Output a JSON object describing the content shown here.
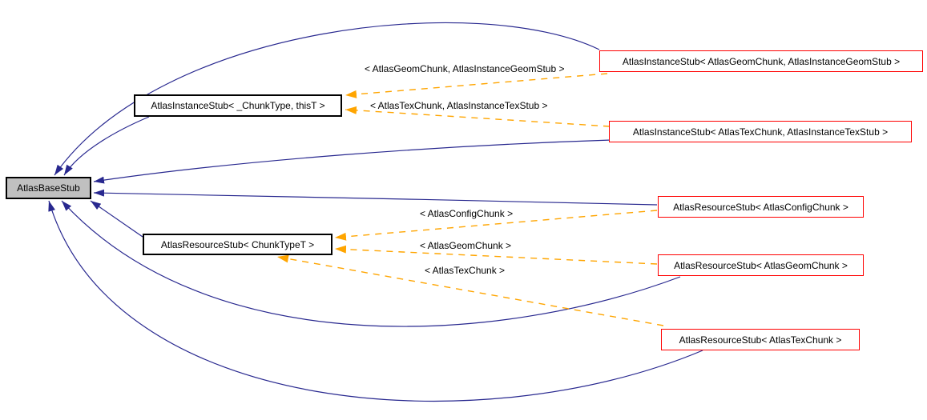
{
  "diagram": {
    "kind": "class-inheritance-graph",
    "colors": {
      "inheritance_edge": "#28288F",
      "template_edge": "#FFA500",
      "instantiation_border": "#FF0000",
      "template_border": "#000000",
      "current_node_fill": "#C0C0C0",
      "background": "#FFFFFF",
      "text": "#000000"
    },
    "nodes": [
      {
        "label": "AtlasBaseStub",
        "kind": "current"
      },
      {
        "label": "AtlasInstanceStub< _ChunkType, thisT >",
        "kind": "template"
      },
      {
        "label": "AtlasResourceStub< ChunkTypeT >",
        "kind": "template"
      },
      {
        "label": "AtlasInstanceStub< AtlasGeomChunk, AtlasInstanceGeomStub >",
        "kind": "instantiation"
      },
      {
        "label": "AtlasInstanceStub< AtlasTexChunk, AtlasInstanceTexStub >",
        "kind": "instantiation"
      },
      {
        "label": "AtlasResourceStub< AtlasConfigChunk >",
        "kind": "instantiation"
      },
      {
        "label": "AtlasResourceStub< AtlasGeomChunk >",
        "kind": "instantiation"
      },
      {
        "label": "AtlasResourceStub< AtlasTexChunk >",
        "kind": "instantiation"
      }
    ],
    "edges": [
      {
        "from": "AtlasInstanceStub< _ChunkType, thisT >",
        "to": "AtlasBaseStub",
        "type": "inheritance"
      },
      {
        "from": "AtlasInstanceStub< AtlasGeomChunk, AtlasInstanceGeomStub >",
        "to": "AtlasBaseStub",
        "type": "inheritance"
      },
      {
        "from": "AtlasInstanceStub< AtlasTexChunk, AtlasInstanceTexStub >",
        "to": "AtlasBaseStub",
        "type": "inheritance"
      },
      {
        "from": "AtlasResourceStub< ChunkTypeT >",
        "to": "AtlasBaseStub",
        "type": "inheritance"
      },
      {
        "from": "AtlasResourceStub< AtlasConfigChunk >",
        "to": "AtlasBaseStub",
        "type": "inheritance"
      },
      {
        "from": "AtlasResourceStub< AtlasGeomChunk >",
        "to": "AtlasBaseStub",
        "type": "inheritance"
      },
      {
        "from": "AtlasResourceStub< AtlasTexChunk >",
        "to": "AtlasBaseStub",
        "type": "inheritance"
      },
      {
        "from": "AtlasInstanceStub< AtlasGeomChunk, AtlasInstanceGeomStub >",
        "to": "AtlasInstanceStub< _ChunkType, thisT >",
        "type": "template-instantiation",
        "label": "< AtlasGeomChunk, AtlasInstanceGeomStub >"
      },
      {
        "from": "AtlasInstanceStub< AtlasTexChunk, AtlasInstanceTexStub >",
        "to": "AtlasInstanceStub< _ChunkType, thisT >",
        "type": "template-instantiation",
        "label": "< AtlasTexChunk, AtlasInstanceTexStub >"
      },
      {
        "from": "AtlasResourceStub< AtlasConfigChunk >",
        "to": "AtlasResourceStub< ChunkTypeT >",
        "type": "template-instantiation",
        "label": "< AtlasConfigChunk >"
      },
      {
        "from": "AtlasResourceStub< AtlasGeomChunk >",
        "to": "AtlasResourceStub< ChunkTypeT >",
        "type": "template-instantiation",
        "label": "< AtlasGeomChunk >"
      },
      {
        "from": "AtlasResourceStub< AtlasTexChunk >",
        "to": "AtlasResourceStub< ChunkTypeT >",
        "type": "template-instantiation",
        "label": "< AtlasTexChunk >"
      }
    ]
  }
}
